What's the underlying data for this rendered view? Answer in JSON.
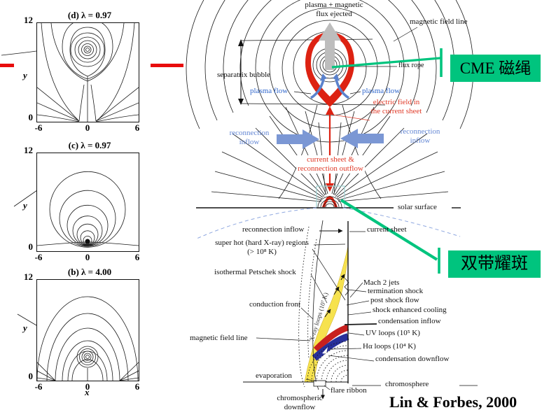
{
  "colors": {
    "accent_green": "#00C47E",
    "red": "#DD2212",
    "red_text": "#E03A28",
    "blue_text": "#2F66CC",
    "blue_arrow": "#7B97D4",
    "gray_arrow": "#BDBDBD",
    "yellow_region": "#F6E24E",
    "red_band": "#C8201E",
    "dark_blue_band": "#28309A",
    "dashed_guide": "#8FA8E0",
    "red_marker": "#E80C0C"
  },
  "panels": [
    {
      "title": "(d) λ = 0.97",
      "y_top": "12",
      "y_bottom": "0",
      "y_axis": "y",
      "x_ticks": [
        "-6",
        "0",
        "6"
      ]
    },
    {
      "title": "(c) λ = 0.97",
      "y_top": "12",
      "y_bottom": "0",
      "y_axis": "y",
      "x_ticks": [
        "-6",
        "0",
        "6"
      ]
    },
    {
      "title": "(b) λ = 4.00",
      "y_top": "12",
      "y_bottom": "0",
      "y_axis": "y",
      "x_ticks": [
        "-6",
        "0",
        "6"
      ],
      "x_axis": "x"
    }
  ],
  "diagram": {
    "top": {
      "ejected": "plasma + magnetic\nflux ejected",
      "magnetic_field_line": "magnetic field line",
      "separatrix_bubble": "separatrix bubble",
      "flux_rope": "flux rope",
      "plasma_flow_left": "plasma flow",
      "plasma_flow_right": "plasma flow",
      "electric_field": "electric field  in\nthe current sheet",
      "reconnection_inflow_left": "reconnection\ninflow",
      "reconnection_inflow_right": "reconnection\ninflow",
      "outflow": "current sheet &\nreconnection outflow",
      "solar_surface": "solar surface"
    },
    "callouts": {
      "cme": "CME 磁绳",
      "flare": "双带耀斑"
    },
    "detail": {
      "reconnection_inflow": "reconnection inflow",
      "super_hot": "super hot (hard X-ray) regions\n(> 10⁸ K)",
      "petschek_shock": "isothermal Petschek shock",
      "conduction_front": "conduction front",
      "magnetic_field_line": "magnetic field line",
      "evaporation": "evaporation",
      "chromospheric_downflow": "chromospheric\ndownflow",
      "flare_ribbon": "flare ribbon",
      "current_sheet": "current sheet",
      "mach_jets": "Mach 2 jets",
      "termination_shock": "termination shock",
      "post_shock_flow": "post shock flow",
      "shock_enhanced_cooling": "shock enhanced cooling",
      "condensation_inflow": "condensation inflow",
      "uv_loops": "UV loops (10⁵ K)",
      "ha_loops": "Hα loops (10⁴ K)",
      "condensation_downflow": "condensation downflow",
      "chromosphere": "chromosphere",
      "xray_loops": "X-ray loops (10⁷ K)"
    },
    "citation": "Lin & Forbes, 2000"
  }
}
